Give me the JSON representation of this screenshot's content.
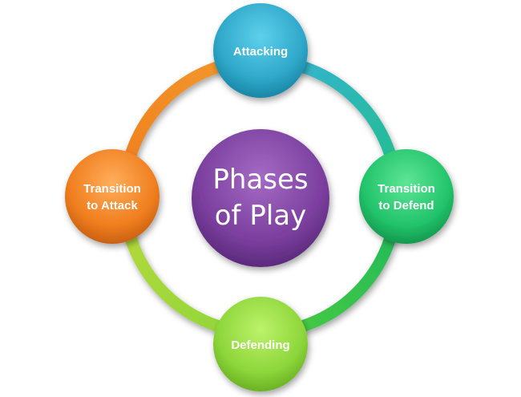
{
  "diagram": {
    "center": {
      "line1": "Phases",
      "line2": "of Play",
      "color": "#7B3F9E"
    },
    "nodes": [
      {
        "id": "attacking",
        "line1": "Attacking",
        "line2": "",
        "color": "#2EA7C9"
      },
      {
        "id": "transition-to-defend",
        "line1": "Transition",
        "line2": "to Defend",
        "color": "#22C46A"
      },
      {
        "id": "defending",
        "line1": "Defending",
        "line2": "",
        "color": "#8DD63A"
      },
      {
        "id": "transition-to-attack",
        "line1": "Transition",
        "line2": "to Attack",
        "color": "#F07E1E"
      }
    ],
    "ring_colors": {
      "attacking_to_transition_to_defend": "#34B3D6",
      "transition_to_defend_to_defending": "#1FB85E",
      "defending_to_transition_to_attack": "#7ED13A",
      "transition_to_attack_to_attacking": "#F28A24"
    }
  }
}
